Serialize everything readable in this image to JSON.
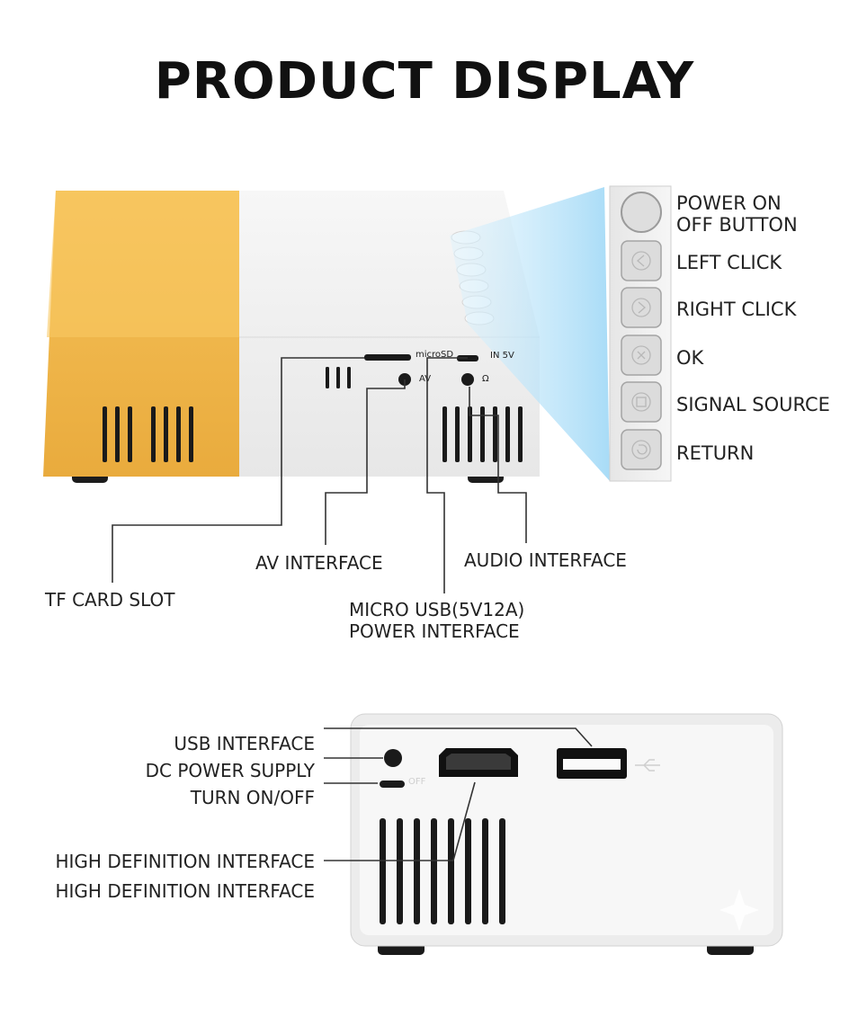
{
  "title": "PRODUCT DISPLAY",
  "device_top": {
    "port_labels": {
      "microsd": "microSD",
      "av": "AV",
      "in5v": "IN 5V",
      "audio": "Ω"
    }
  },
  "callouts_top": {
    "tf_card_slot": "TF CARD SLOT",
    "av_interface": "AV INTERFACE",
    "micro_usb_line1": "MICRO USB(5V12A)",
    "micro_usb_line2": "POWER INTERFACE",
    "audio_interface": "AUDIO INTERFACE"
  },
  "buttons": [
    {
      "icon": "power-icon",
      "label_line1": "POWER ON",
      "label_line2": "OFF BUTTON"
    },
    {
      "icon": "left-icon",
      "label_line1": "LEFT CLICK"
    },
    {
      "icon": "right-icon",
      "label_line1": "RIGHT CLICK"
    },
    {
      "icon": "ok-icon",
      "label_line1": "OK"
    },
    {
      "icon": "source-icon",
      "label_line1": "SIGNAL SOURCE"
    },
    {
      "icon": "return-icon",
      "label_line1": "RETURN"
    }
  ],
  "callouts_bottom": {
    "usb_interface": "USB INTERFACE",
    "dc_power_supply": "DC POWER SUPPLY",
    "turn_on_off": "TURN ON/OFF",
    "hd_interface_1": "HIGH DEFINITION INTERFACE",
    "hd_interface_2": "HIGH DEFINITION INTERFACE"
  },
  "device_bottom": {
    "off_label": "OFF"
  },
  "colors": {
    "housing_yellow": "#f0b64a",
    "housing_white": "#f2f2f2",
    "beam": "#bfe7fb",
    "line": "#333333"
  }
}
